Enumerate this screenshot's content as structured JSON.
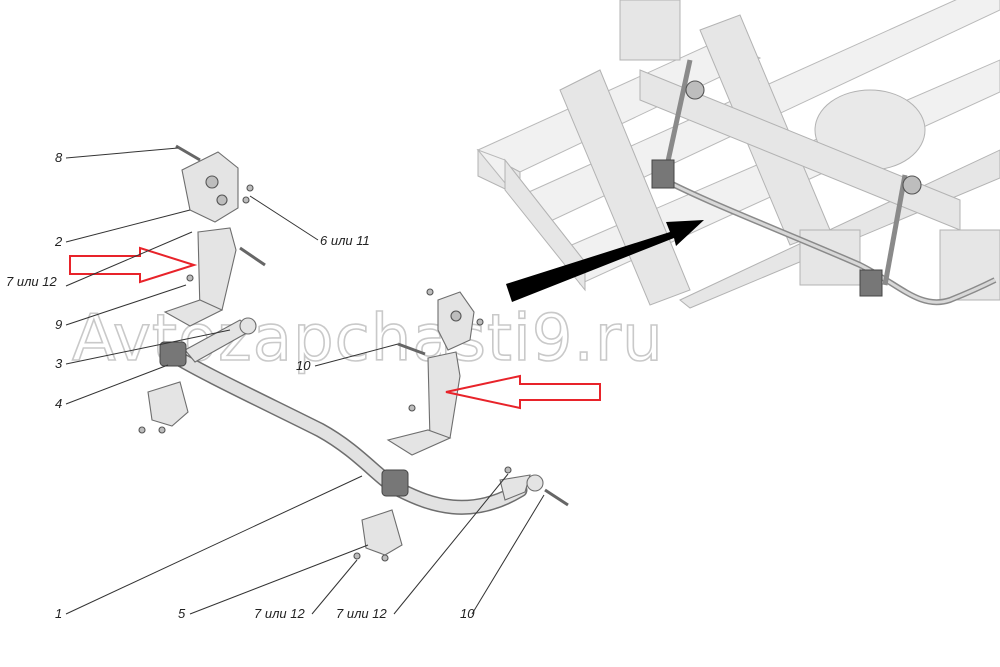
{
  "watermark": "Avtozapchasti9.ru",
  "callouts": [
    {
      "id": "c8",
      "text": "8"
    },
    {
      "id": "c2",
      "text": "2"
    },
    {
      "id": "c6",
      "text": "6 или 11"
    },
    {
      "id": "c7a",
      "text": "7 или 12"
    },
    {
      "id": "c9",
      "text": "9"
    },
    {
      "id": "c3",
      "text": "3"
    },
    {
      "id": "c4",
      "text": "4"
    },
    {
      "id": "c10a",
      "text": "10"
    },
    {
      "id": "c1",
      "text": "1"
    },
    {
      "id": "c5",
      "text": "5"
    },
    {
      "id": "c7b",
      "text": "7 или 12"
    },
    {
      "id": "c7c",
      "text": "7 или 12"
    },
    {
      "id": "c10b",
      "text": "10"
    }
  ],
  "colors": {
    "highlight_arrow": "#e8232a",
    "pointer_arrow": "#000000",
    "part_fill": "#e4e4e4",
    "part_stroke": "#6e6e6e",
    "frame_fill": "#f1f1f1"
  }
}
